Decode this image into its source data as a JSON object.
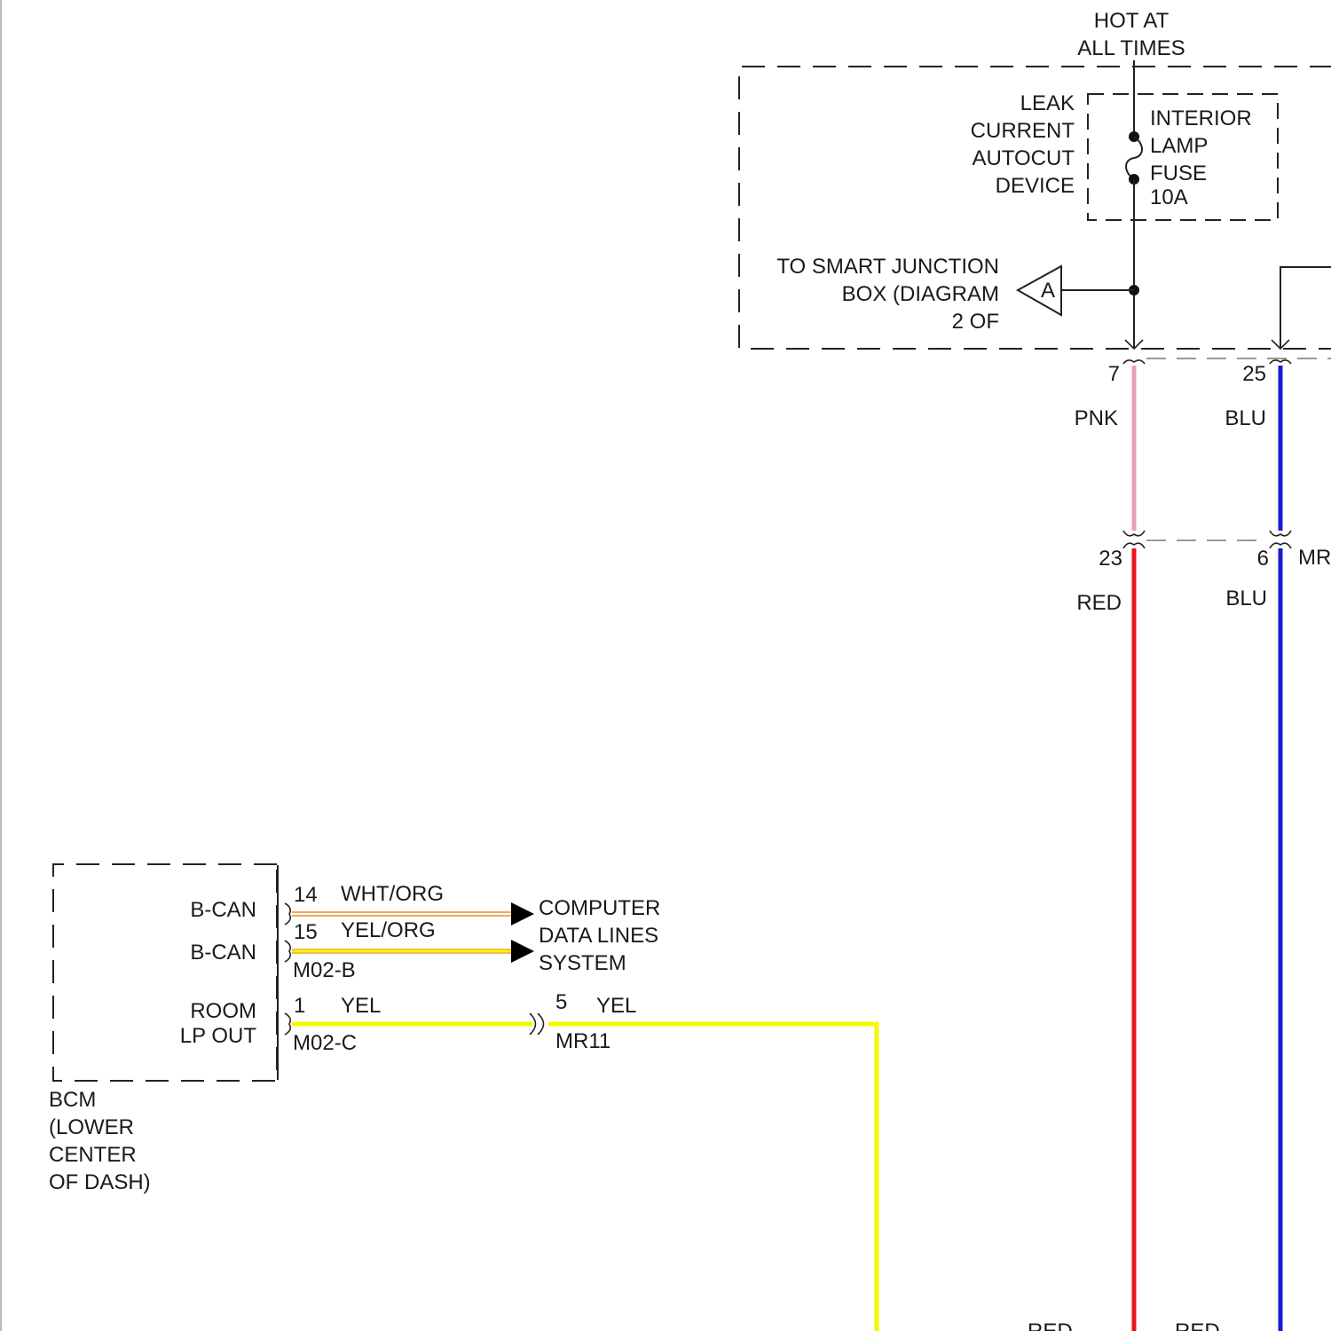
{
  "colors": {
    "pnk": "#e8a0b4",
    "red": "#e8141c",
    "blu": "#1a1ad0",
    "yel": "#f7f700",
    "yel_org_outer": "#f0c040",
    "wht_org_outer": "#f0a860"
  },
  "power": {
    "line1": "HOT AT",
    "line2": "ALL TIMES"
  },
  "leak_device": {
    "lines": [
      "LEAK",
      "CURRENT",
      "AUTOCUT",
      "DEVICE"
    ]
  },
  "fuse": {
    "lines": [
      "INTERIOR",
      "LAMP",
      "FUSE",
      "10A"
    ]
  },
  "junction_ref": {
    "lines": [
      "TO SMART JUNCTION",
      "BOX (DIAGRAM",
      "2 OF"
    ],
    "marker": "A"
  },
  "upper_connector": {
    "pin_pnk": "7",
    "wire_pnk": "PNK",
    "pin_blu": "25",
    "wire_blu": "BLU"
  },
  "lower_connector": {
    "pin_red": "23",
    "wire_red": "RED",
    "pin_blu": "6",
    "wire_blu": "BLU",
    "name_partial": "MR"
  },
  "bottom_partial": {
    "left": "RED",
    "right": "RED"
  },
  "bcm": {
    "label_lines": [
      "BCM",
      "(LOWER",
      "CENTER",
      "OF DASH)"
    ],
    "pins": [
      {
        "label": "B-CAN",
        "pin": "14",
        "wire": "WHT/ORG"
      },
      {
        "label": "B-CAN",
        "pin": "15",
        "wire": "YEL/ORG"
      },
      {
        "label_lines": [
          "ROOM",
          "LP OUT"
        ],
        "pin": "1",
        "wire": "YEL"
      }
    ],
    "connector_b": "M02-B",
    "connector_c": "M02-C"
  },
  "data_lines": {
    "lines": [
      "COMPUTER",
      "DATA LINES",
      "SYSTEM"
    ]
  },
  "mr11": {
    "pin": "5",
    "wire": "YEL",
    "name": "MR11"
  }
}
